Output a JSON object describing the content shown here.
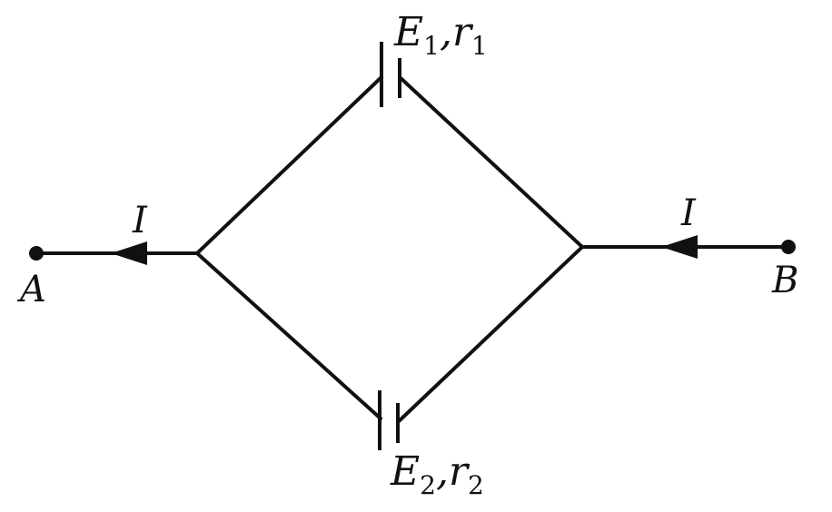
{
  "terminals": {
    "left": "A",
    "right": "B"
  },
  "current": {
    "left_label": "I",
    "right_label": "I"
  },
  "batteries": {
    "top": {
      "emf": "E",
      "emf_sub": "1",
      "sep": ",",
      "res": "r",
      "res_sub": "1"
    },
    "bottom": {
      "emf": "E",
      "emf_sub": "2",
      "sep": ",",
      "res": "r",
      "res_sub": "2"
    }
  },
  "colors": {
    "ink": "#111111",
    "background": "#ffffff"
  }
}
